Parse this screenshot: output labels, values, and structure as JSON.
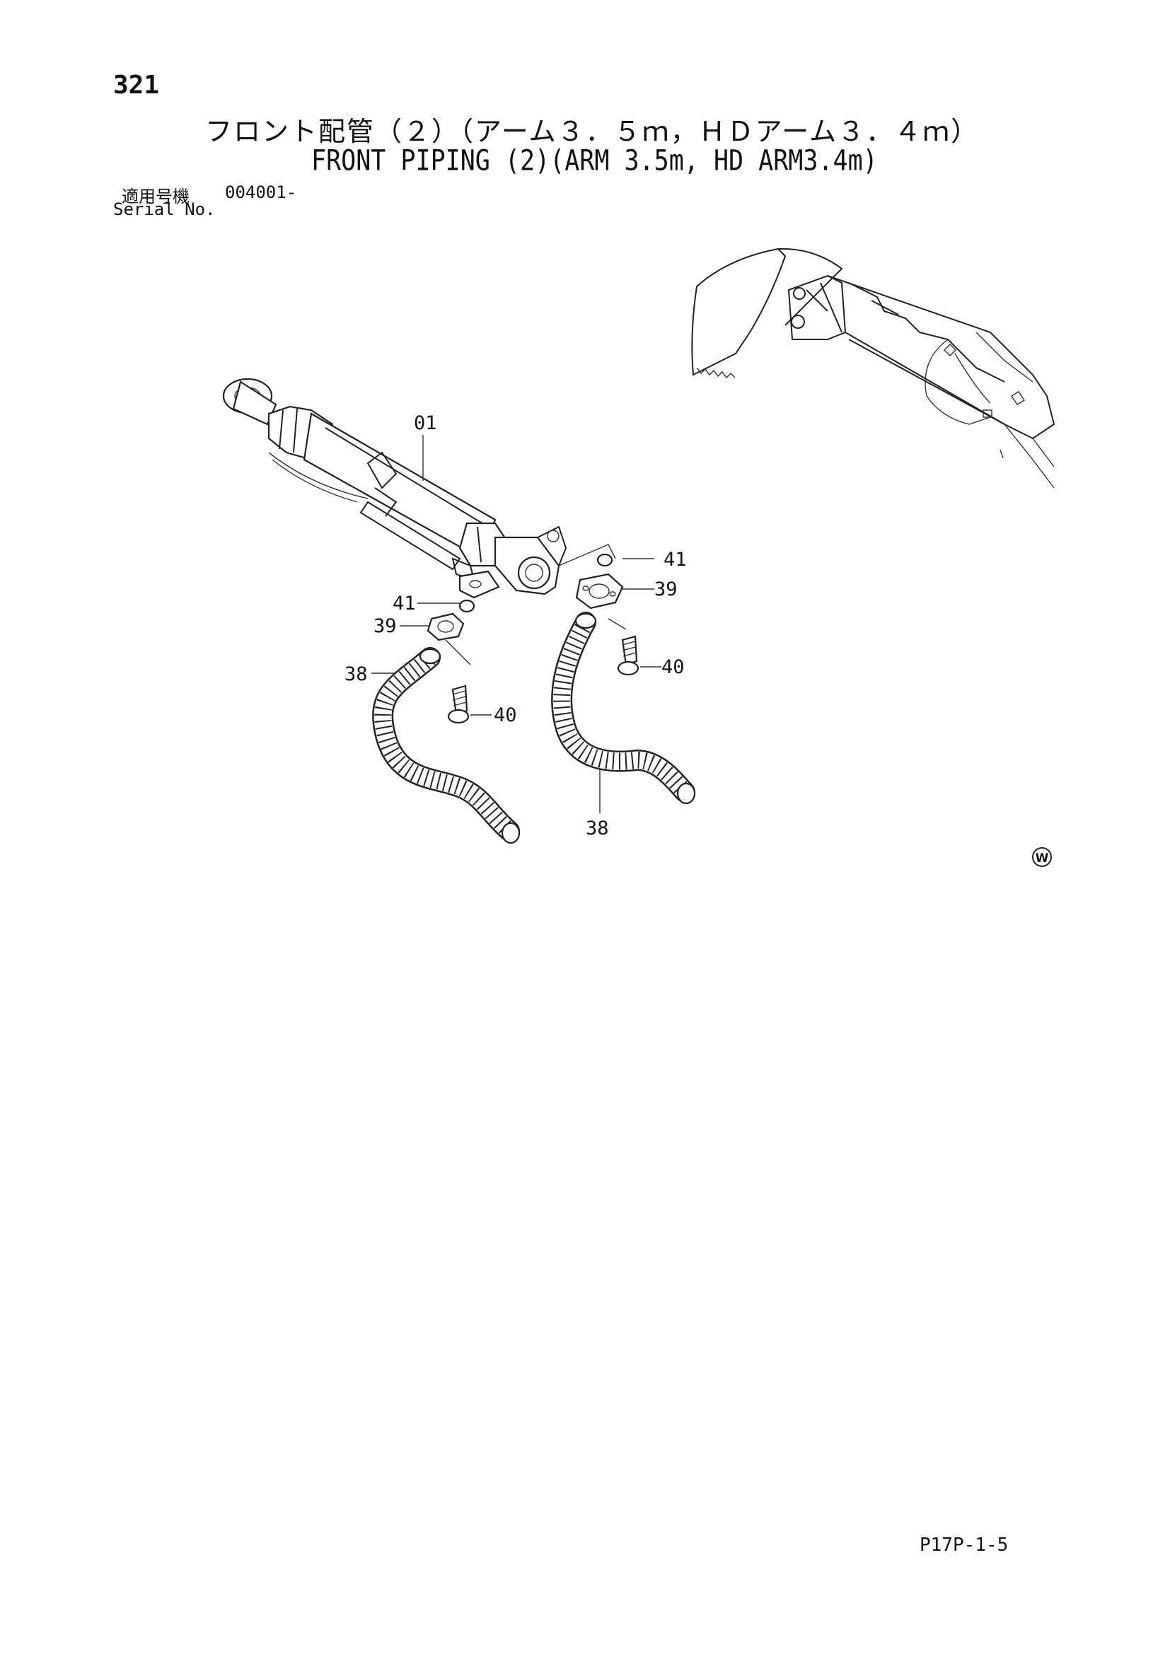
{
  "header": {
    "page_number": "321",
    "title_jp": "フロント配管（２）（アーム３．５ｍ，ＨＤアーム３．４ｍ）",
    "title_en": "FRONT PIPING (2)(ARM 3.5m, HD ARM3.4m)",
    "serial_label_jp": "適用号機",
    "serial_value": "004001-",
    "serial_label_en": "Serial No."
  },
  "callouts": {
    "c01": "01",
    "c41a": "41",
    "c41b": "41",
    "c39a": "39",
    "c39b": "39",
    "c38a": "38",
    "c38b": "38",
    "c40a": "40",
    "c40b": "40"
  },
  "watermark": "W",
  "footer": {
    "page_code": "P17P-1-5"
  }
}
